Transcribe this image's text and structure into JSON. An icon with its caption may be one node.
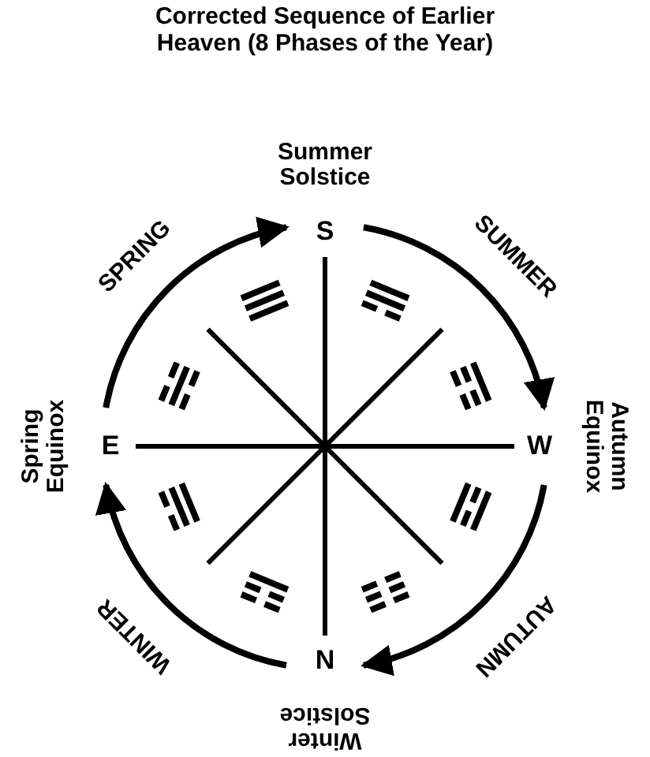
{
  "diagram": {
    "title": "Corrected Sequence of Earlier Heaven (8 Phases of the Year)",
    "nodes": [
      {
        "text": [
          "S"
        ],
        "beside": [
          "Summer Solstice"
        ]
      },
      {
        "text": [
          "W"
        ],
        "beside": [
          "Autumn Equinox"
        ]
      },
      {
        "text": [
          "N"
        ],
        "beside": [
          "Winter Solstice"
        ]
      },
      {
        "text": [
          "E"
        ],
        "beside": [
          "Spring Equinox"
        ]
      }
    ],
    "edges": [
      {
        "from": 3,
        "to": 0,
        "arrow": "to",
        "label": "SPRING"
      },
      {
        "from": 0,
        "to": 1,
        "arrow": "to",
        "label": "SUMMER"
      },
      {
        "from": 1,
        "to": 2,
        "arrow": "to",
        "label": "AUTUMN"
      },
      {
        "from": 2,
        "to": 3,
        "arrow": "to",
        "label": "WINTER"
      }
    ]
  }
}
